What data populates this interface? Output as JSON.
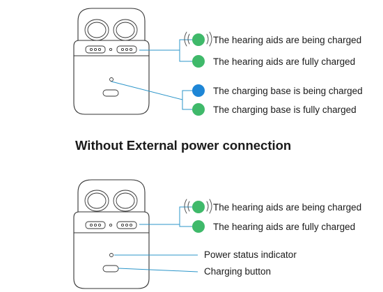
{
  "colors": {
    "green_led": "#3fb96a",
    "blue_led": "#1e86d6",
    "leader_line": "#2b95c9"
  },
  "section_with_power": {
    "labels": {
      "aids_charging": "The hearing aids are being charged",
      "aids_full": "The hearing aids are fully charged",
      "base_charging": "The charging base is being charged",
      "base_full": "The charging base is fully charged"
    },
    "led_colors": [
      "green-led",
      "green-led",
      "blue-led",
      "green-led"
    ]
  },
  "heading": "Without External power connection",
  "section_without_power": {
    "labels": {
      "aids_charging": "The hearing aids are being charged",
      "aids_full": "The hearing aids are fully charged",
      "power_indicator": "Power status indicator",
      "charging_button": "Charging button"
    },
    "led_colors": [
      "green-led",
      "green-led"
    ]
  }
}
